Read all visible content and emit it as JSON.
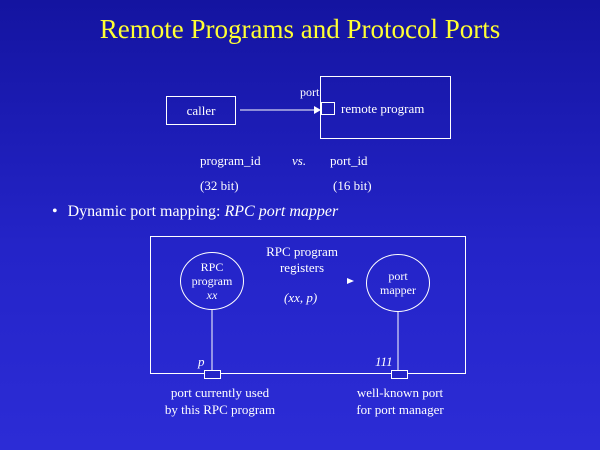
{
  "title": "Remote Programs and Protocol Ports",
  "top_diagram": {
    "caller": "caller",
    "port": "port",
    "remote_program": "remote program",
    "program_id": "program_id",
    "vs": "vs.",
    "port_id": "port_id",
    "bits_32": "(32 bit)",
    "bits_16": "(16 bit)"
  },
  "bullet": {
    "symbol": "•",
    "text": "Dynamic port mapping: ",
    "italic": "RPC port mapper"
  },
  "bottom_diagram": {
    "rpc_program_line1": "RPC",
    "rpc_program_line2": "program",
    "rpc_program_line3": "xx",
    "registers_line1": "RPC program",
    "registers_line2": "registers",
    "registers_args": "(xx, p)",
    "mapper_line1": "port",
    "mapper_line2": "mapper",
    "port_p": "p",
    "port_111": "111",
    "left_caption_line1": "port currently used",
    "left_caption_line2": "by this RPC program",
    "right_caption_line1": "well-known port",
    "right_caption_line2": "for port manager"
  }
}
